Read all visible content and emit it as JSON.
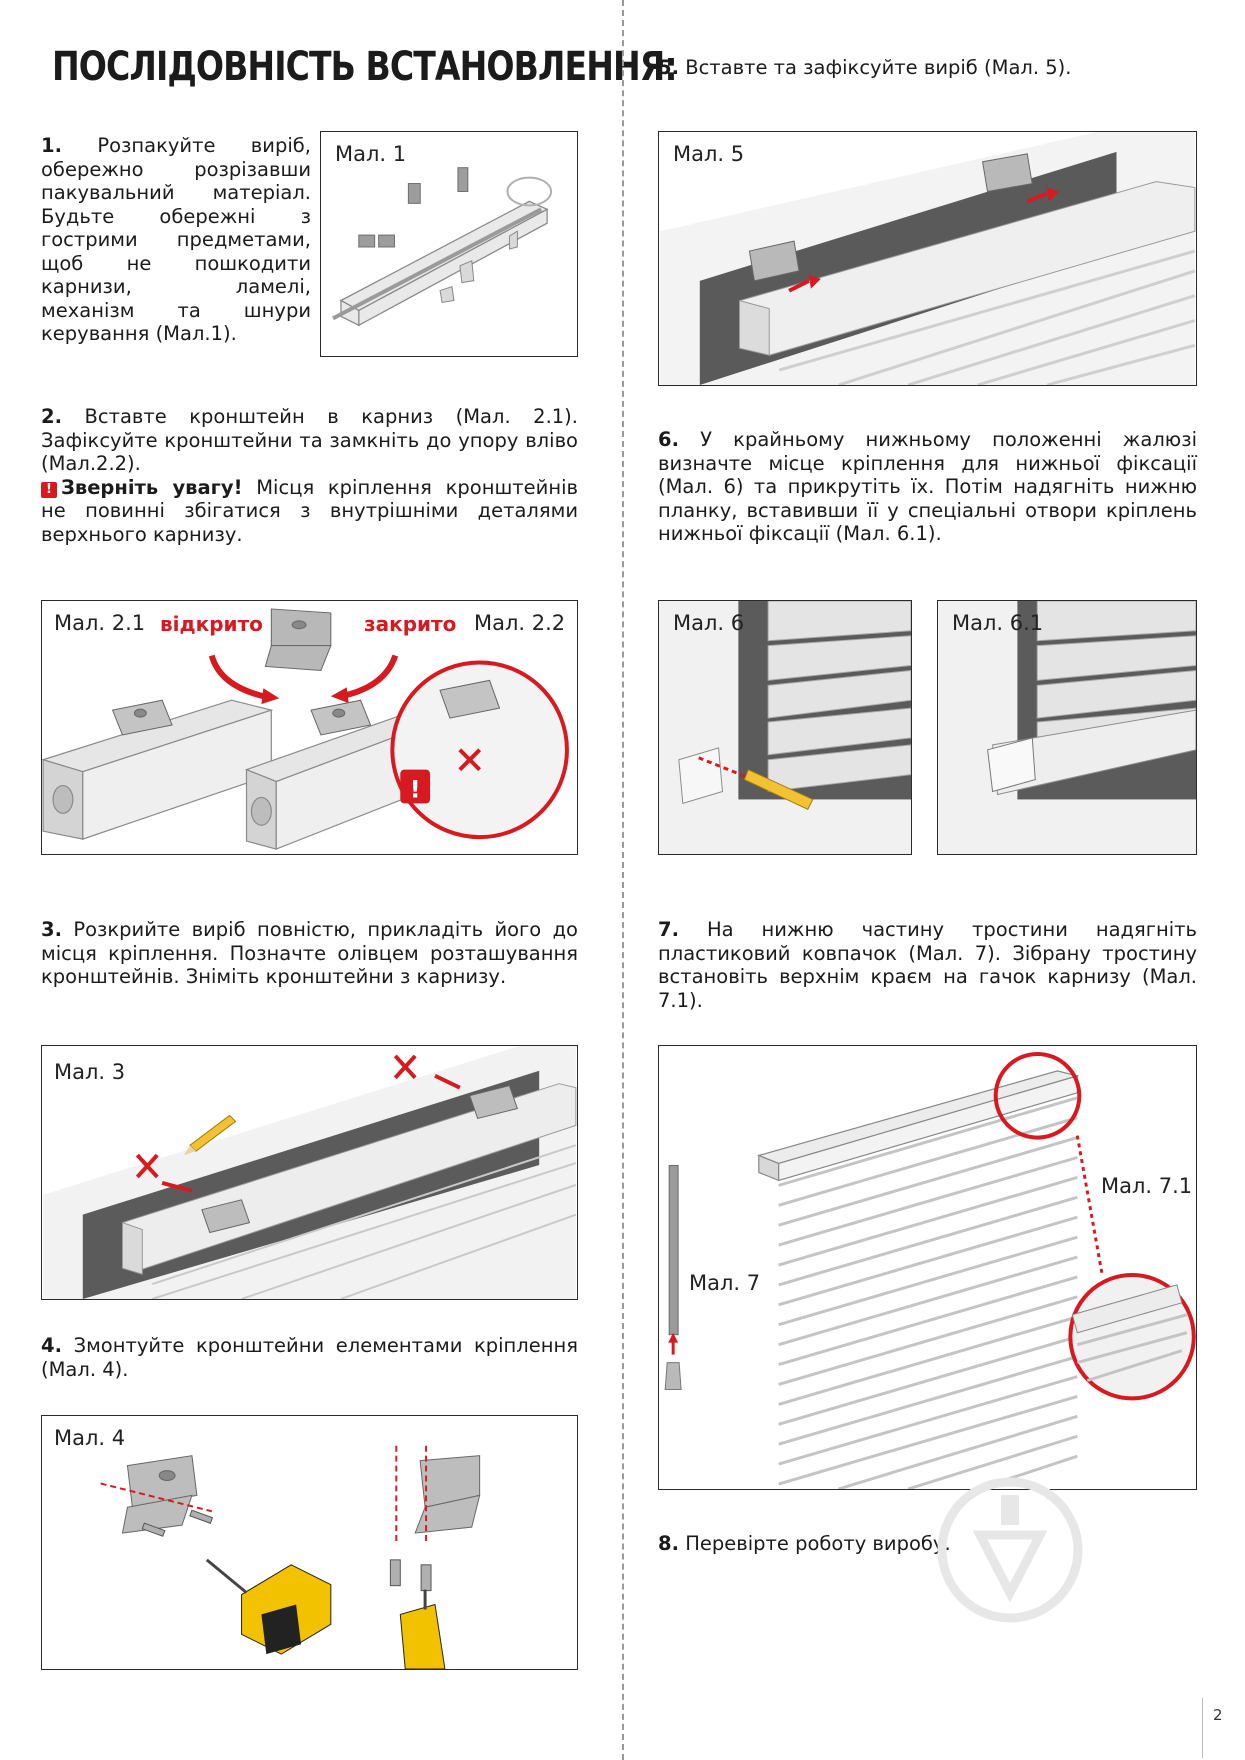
{
  "title": "ПОСЛІДОВНІСТЬ ВСТАНОВЛЕННЯ:",
  "page_number": "2",
  "colors": {
    "accent": "#d71920",
    "frame": "#2a2a2a",
    "text": "#1b1b1b"
  },
  "steps": {
    "s1": {
      "num": "1.",
      "text": "Розпакуйте виріб, обережно розрізавши пакувальний матеріал. Будьте обережні з гострими предметами, щоб не пошкодити карнизи, ламелі, механізм та шнури керування (Мал.1)."
    },
    "s2": {
      "num": "2.",
      "text": "Вставте кронштейн в карниз (Мал. 2.1). Зафіксуйте кронштейни та замкніть до упору вліво (Мал.2.2).",
      "warn_label": "Зверніть увагу!",
      "warn_text": "Місця кріплення кронштейнів не повинні збігатися з внутрішніми деталями верхнього карнизу."
    },
    "s3": {
      "num": "3.",
      "text": "Розкрийте виріб повністю, прикладіть його до місця кріплення. Позначте олівцем розташування кронштейнів. Зніміть кронштейни з карнизу."
    },
    "s4": {
      "num": "4.",
      "text": "Змонтуйте кронштейни елементами кріплення (Мал. 4)."
    },
    "s5": {
      "num": "5.",
      "text": "Вставте та зафіксуйте виріб (Мал. 5)."
    },
    "s6": {
      "num": "6.",
      "text": "У крайньому нижньому положенні жалюзі визначте місце кріплення для нижньої фіксації (Мал. 6) та прикрутіть їх. Потім надягніть нижню планку, вставивши її у спеціальні отвори кріплень нижньої фіксації (Мал. 6.1)."
    },
    "s7": {
      "num": "7.",
      "text": "На нижню частину тростини надягніть пластиковий ковпачок (Мал. 7). Зібрану тростину встановіть верхнім краєм на гачок карнизу (Мал. 7.1)."
    },
    "s8": {
      "num": "8.",
      "text": "Перевірте роботу виробу."
    }
  },
  "figures": {
    "f1": "Мал. 1",
    "f21": "Мал. 2.1",
    "f22": "Мал. 2.2",
    "open_label": "відкрито",
    "closed_label": "закрито",
    "f3": "Мал. 3",
    "f4": "Мал. 4",
    "f5": "Мал. 5",
    "f6": "Мал. 6",
    "f61": "Мал. 6.1",
    "f7": "Мал. 7",
    "f71": "Мал. 7.1"
  }
}
